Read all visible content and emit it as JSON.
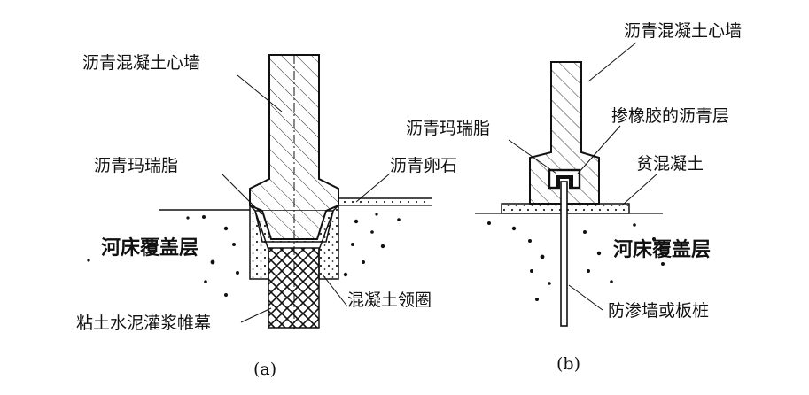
{
  "figure_a": {
    "core_wall": "沥青混凝土心墙",
    "mastic": "沥青玛瑞脂",
    "gravel": "沥青卵石",
    "cover": "河床覆盖层",
    "collar": "混凝土领圈",
    "curtain": "粘土水泥灌浆帷幕",
    "caption": "(a)"
  },
  "figure_b": {
    "core_wall": "沥青混凝土心墙",
    "mastic": "沥青玛瑞脂",
    "rubber_layer": "掺橡胶的沥青层",
    "lean_concrete": "贫混凝土",
    "cover": "河床覆盖层",
    "seepage_wall": "防渗墙或板桩",
    "caption": "(b)"
  }
}
